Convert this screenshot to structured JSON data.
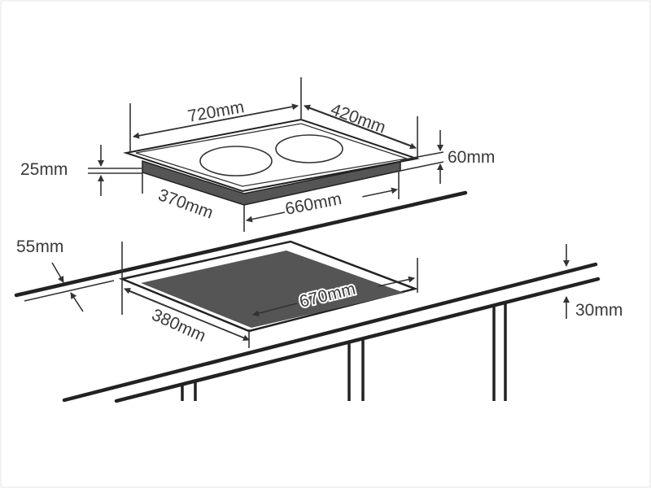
{
  "dimensions": {
    "hob_width": "720mm",
    "hob_depth": "420mm",
    "hob_glass_thickness": "25mm",
    "hob_height": "60mm",
    "hob_body_depth": "370mm",
    "hob_body_width": "660mm",
    "wall_clearance": "55mm",
    "cutout_depth": "380mm",
    "cutout_width": "670mm",
    "worktop_thickness": "30mm"
  },
  "colors": {
    "line": "#222222",
    "fill_dark": "#555555"
  }
}
